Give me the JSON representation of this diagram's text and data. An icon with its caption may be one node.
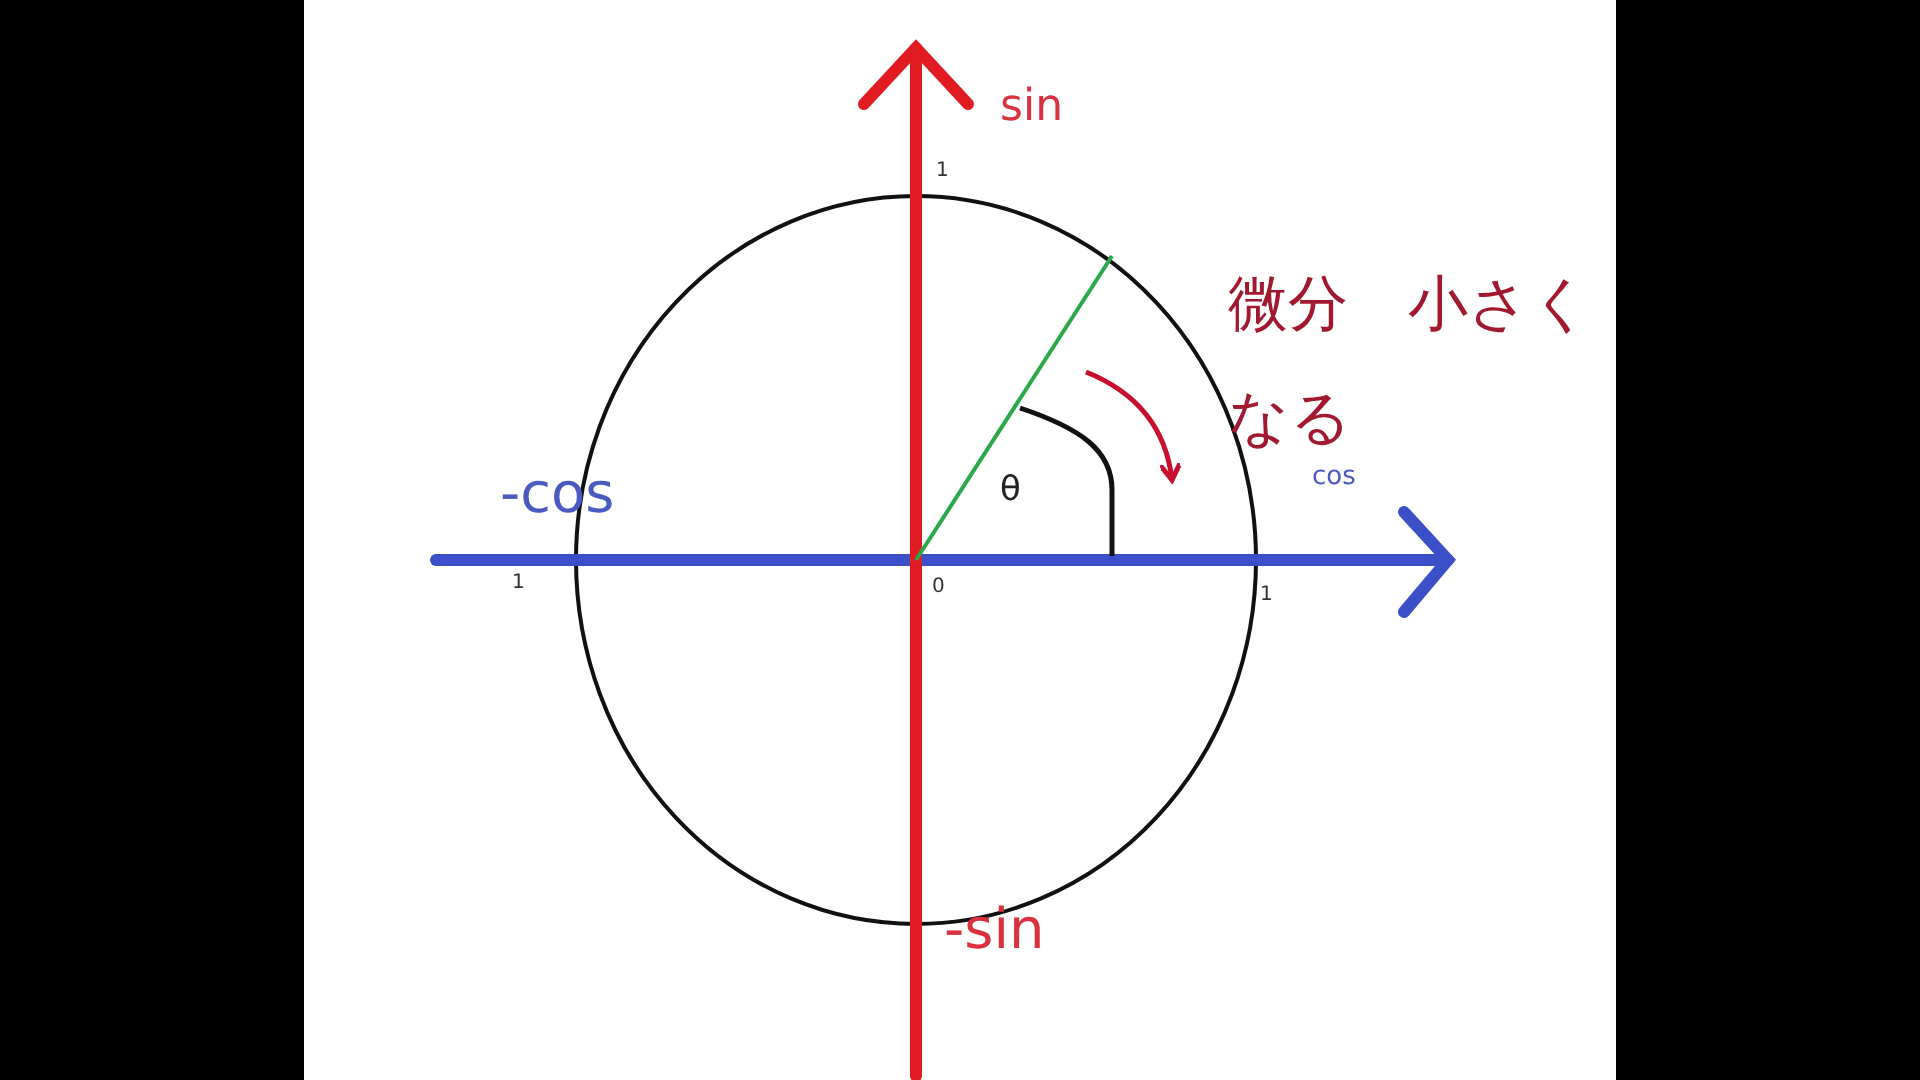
{
  "diagram": {
    "labels": [
      "sin",
      "1",
      "微分　小さくなる",
      "-cos",
      "θ",
      "cos",
      "1",
      "0",
      "1",
      "-sin"
    ]
  }
}
